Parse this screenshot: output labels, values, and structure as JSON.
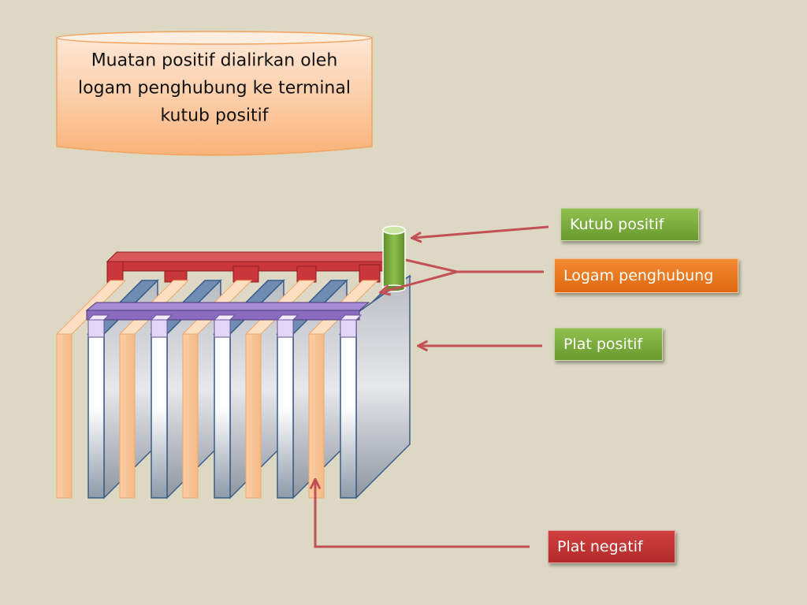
{
  "caption": {
    "text": "Muatan positif dialirkan oleh logam penghubung ke terminal kutub positif"
  },
  "labels": {
    "kutub_positif": "Kutub positif",
    "logam_penghubung": "Logam penghubung",
    "plat_positif": "Plat positif",
    "plat_negatif": "Plat negatif"
  },
  "colors": {
    "background": "#ddd8c3",
    "negative_plate": "#fbcfa5",
    "positive_plate": "#c6c9cc",
    "plate_outline": "#3b5c8a",
    "connector_red": "#c9373a",
    "connector_purple": "#8a6bbf",
    "terminal_green": "#79a83c",
    "arrow": "#c25054"
  }
}
